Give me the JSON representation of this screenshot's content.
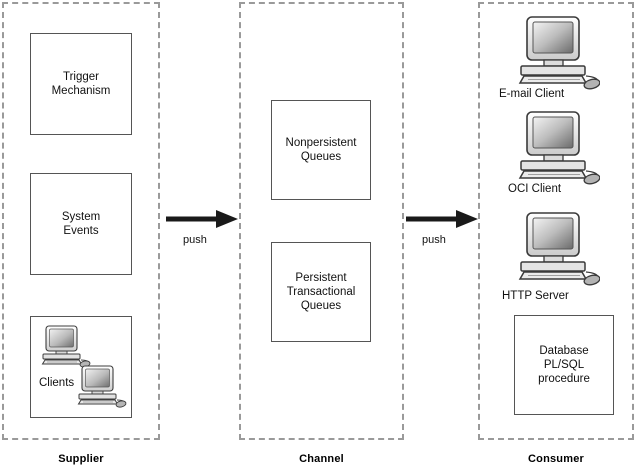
{
  "diagram": {
    "title": "Advanced Queuing supplier-channel-consumer flow",
    "background_color": "#ffffff",
    "zone_border_color": "#9a9a9a",
    "node_border_color": "#555555",
    "arrow_color": "#1a1a1a"
  },
  "zones": [
    {
      "id": "supplier",
      "label": "Supplier"
    },
    {
      "id": "channel",
      "label": "Channel"
    },
    {
      "id": "consumer",
      "label": "Consumer"
    }
  ],
  "supplier": {
    "boxes": [
      {
        "id": "trigger-mechanism",
        "text": "Trigger\nMechanism"
      },
      {
        "id": "system-events",
        "text": "System\nEvents"
      },
      {
        "id": "clients",
        "text": "Clients"
      }
    ]
  },
  "channel": {
    "boxes": [
      {
        "id": "nonpersistent-queues",
        "text": "Nonpersistent\nQueues"
      },
      {
        "id": "persistent-transactional-queues",
        "text": "Persistent\nTransactional\nQueues"
      }
    ]
  },
  "consumer": {
    "clients": [
      {
        "id": "email-client",
        "label": "E-mail Client"
      },
      {
        "id": "oci-client",
        "label": "OCI Client"
      },
      {
        "id": "http-server",
        "label": "HTTP Server"
      }
    ],
    "boxes": [
      {
        "id": "database-plsql-procedure",
        "text": "Database\nPL/SQL\nprocedure"
      }
    ]
  },
  "arrows": [
    {
      "id": "supplier-to-channel",
      "label": "push"
    },
    {
      "id": "channel-to-consumer",
      "label": "push"
    }
  ],
  "icons": {
    "computer": "computer-icon",
    "arrow": "arrow-right-icon"
  }
}
